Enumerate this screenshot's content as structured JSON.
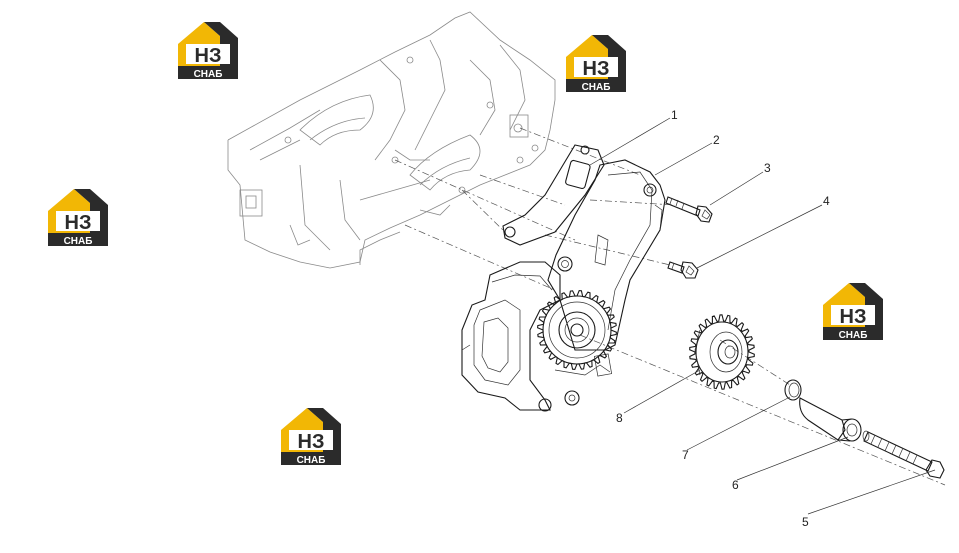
{
  "callouts": [
    {
      "id": "1",
      "label": "1"
    },
    {
      "id": "2",
      "label": "2"
    },
    {
      "id": "3",
      "label": "3"
    },
    {
      "id": "4",
      "label": "4"
    },
    {
      "id": "5",
      "label": "5"
    },
    {
      "id": "6",
      "label": "6"
    },
    {
      "id": "7",
      "label": "7"
    },
    {
      "id": "8",
      "label": "8"
    }
  ],
  "watermark": {
    "mark": "НЗ",
    "sub": "СНАБ",
    "colors": {
      "yellow": "#f2b705",
      "dark": "#2b2b2b",
      "white": "#ffffff"
    }
  }
}
